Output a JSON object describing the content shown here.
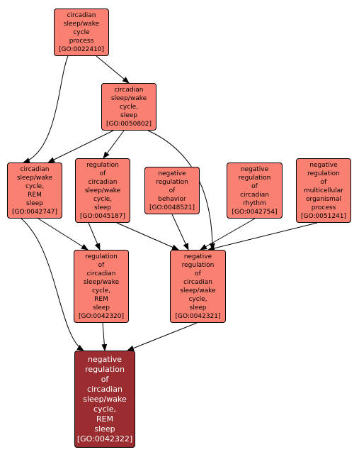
{
  "colors": {
    "node_fill": "#fa8072",
    "target_fill": "#9b2d30",
    "edge": "#000000"
  },
  "nodes": {
    "n0022410": {
      "lines": [
        "circadian",
        "sleep/wake",
        "cycle",
        "process",
        "[GO:0022410]"
      ]
    },
    "n0050802": {
      "lines": [
        "circadian",
        "sleep/wake",
        "cycle,",
        "sleep",
        "[GO:0050802]"
      ]
    },
    "n0042747": {
      "lines": [
        "circadian",
        "sleep/wake",
        "cycle,",
        "REM",
        "sleep",
        "[GO:0042747]"
      ]
    },
    "n0045187": {
      "lines": [
        "regulation",
        "of",
        "circadian",
        "sleep/wake",
        "cycle,",
        "sleep",
        "[GO:0045187]"
      ]
    },
    "n0048521": {
      "lines": [
        "negative",
        "regulation",
        "of",
        "behavior",
        "[GO:0048521]"
      ]
    },
    "n0042754": {
      "lines": [
        "negative",
        "regulation",
        "of",
        "circadian",
        "rhythm",
        "[GO:0042754]"
      ]
    },
    "n0051241": {
      "lines": [
        "negative",
        "regulation",
        "of",
        "multicellular",
        "organismal",
        "process",
        "[GO:0051241]"
      ]
    },
    "n0042320": {
      "lines": [
        "regulation",
        "of",
        "circadian",
        "sleep/wake",
        "cycle,",
        "REM",
        "sleep",
        "[GO:0042320]"
      ]
    },
    "n0042321": {
      "lines": [
        "negative",
        "regulation",
        "of",
        "circadian",
        "sleep/wake",
        "cycle,",
        "sleep",
        "[GO:0042321]"
      ]
    },
    "n0042322": {
      "lines": [
        "negative",
        "regulation",
        "of",
        "circadian",
        "sleep/wake",
        "cycle,",
        "REM",
        "sleep",
        "[GO:0042322]"
      ]
    }
  },
  "edges": [
    {
      "from": "n0022410",
      "to": "n0050802"
    },
    {
      "from": "n0022410",
      "to": "n0042747"
    },
    {
      "from": "n0050802",
      "to": "n0042747"
    },
    {
      "from": "n0050802",
      "to": "n0045187"
    },
    {
      "from": "n0050802",
      "to": "n0042321"
    },
    {
      "from": "n0042747",
      "to": "n0042320"
    },
    {
      "from": "n0042747",
      "to": "n0042322"
    },
    {
      "from": "n0045187",
      "to": "n0042320"
    },
    {
      "from": "n0045187",
      "to": "n0042321"
    },
    {
      "from": "n0048521",
      "to": "n0042321"
    },
    {
      "from": "n0042754",
      "to": "n0042321"
    },
    {
      "from": "n0051241",
      "to": "n0042321"
    },
    {
      "from": "n0042320",
      "to": "n0042322"
    },
    {
      "from": "n0042321",
      "to": "n0042322"
    }
  ]
}
